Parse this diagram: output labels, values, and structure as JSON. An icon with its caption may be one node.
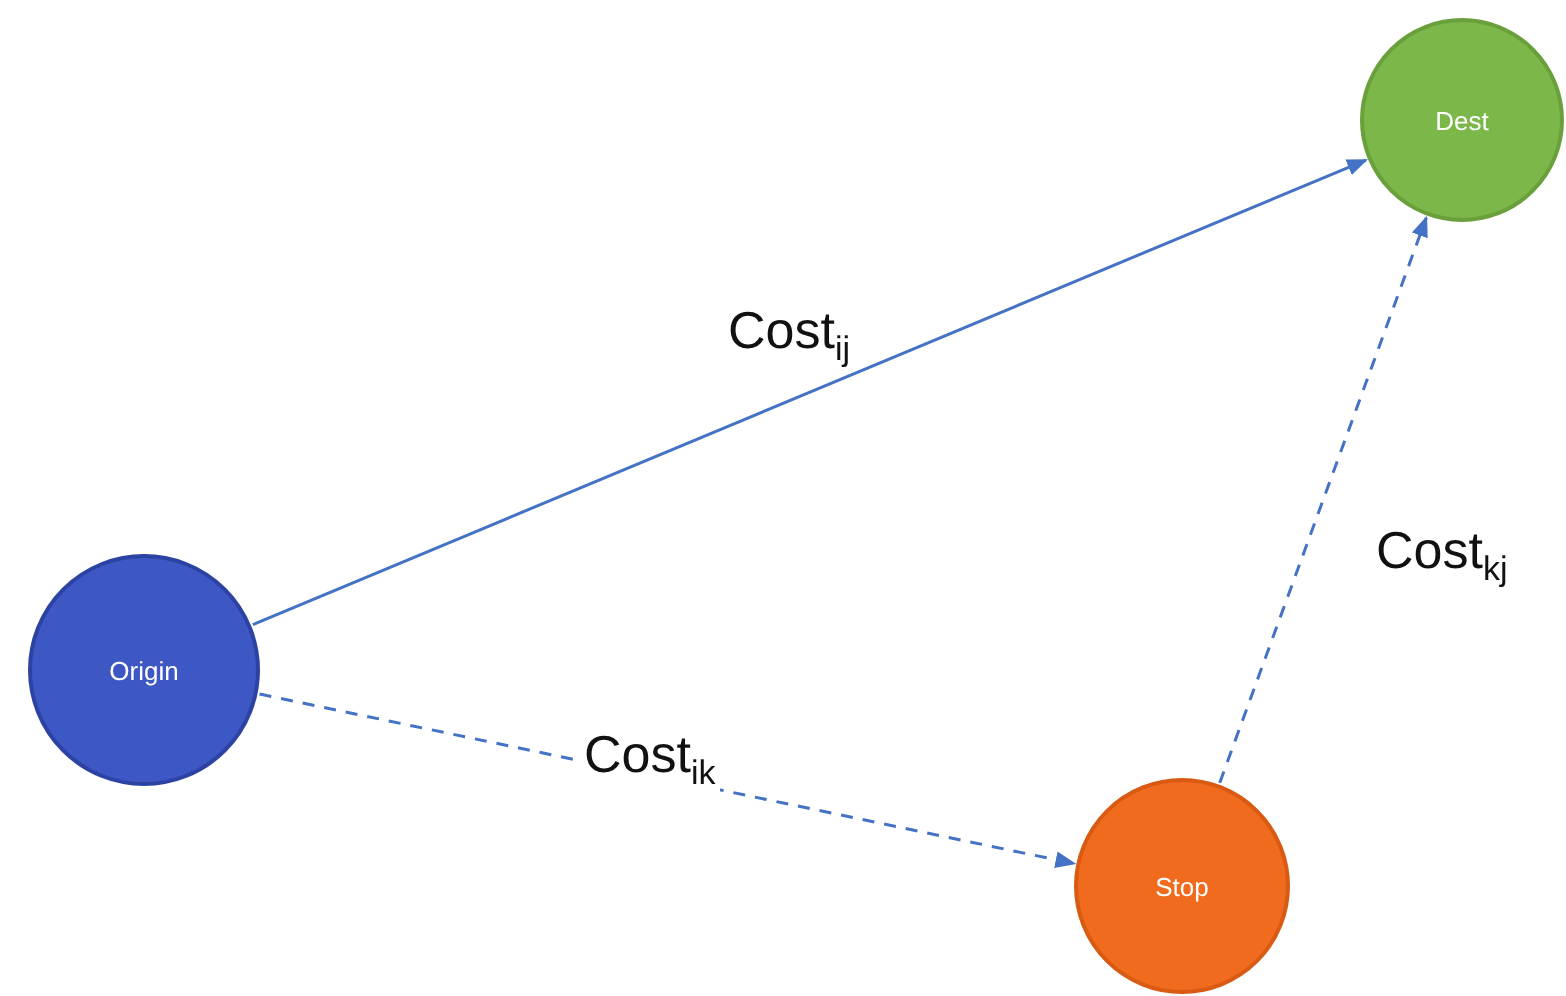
{
  "diagram": {
    "nodes": [
      {
        "text": [
          "Origin"
        ]
      },
      {
        "text": [
          "Dest"
        ]
      },
      {
        "text": [
          "Stop"
        ]
      }
    ],
    "edges": [
      {
        "from": 0,
        "to": 1,
        "arrow": "to",
        "label": "Cost$_{ij}$"
      },
      {
        "from": 0,
        "to": 2,
        "arrow": "to",
        "label": "Cost$_{ik}$",
        "style": "dashed"
      },
      {
        "from": 2,
        "to": 1,
        "arrow": "to",
        "label": "Cost$_{kj}$",
        "style": "dashed"
      }
    ]
  }
}
